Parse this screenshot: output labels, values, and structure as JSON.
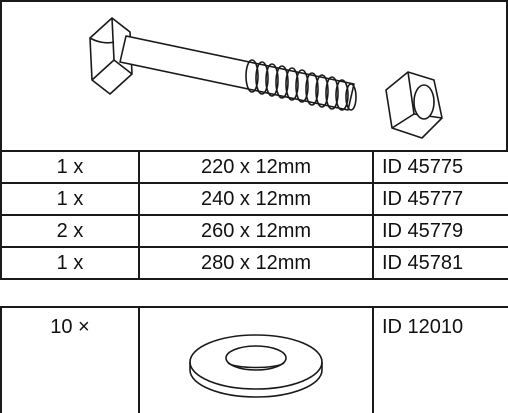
{
  "bolts": {
    "rows": [
      {
        "qty": "1 x",
        "size": "220 x 12mm",
        "id": "ID 45775"
      },
      {
        "qty": "1 x",
        "size": "240 x 12mm",
        "id": "ID 45777"
      },
      {
        "qty": "2 x",
        "size": "260 x 12mm",
        "id": "ID 45779"
      },
      {
        "qty": "1 x",
        "size": "280 x 12mm",
        "id": "ID 45781"
      }
    ]
  },
  "washer": {
    "qty": "10 ×",
    "id": "ID 12010"
  },
  "icons": {
    "bolt": "hex-bolt-with-nut-illustration",
    "washer": "flat-washer-illustration"
  },
  "colors": {
    "line": "#1a1a1a",
    "background": "#ffffff"
  }
}
